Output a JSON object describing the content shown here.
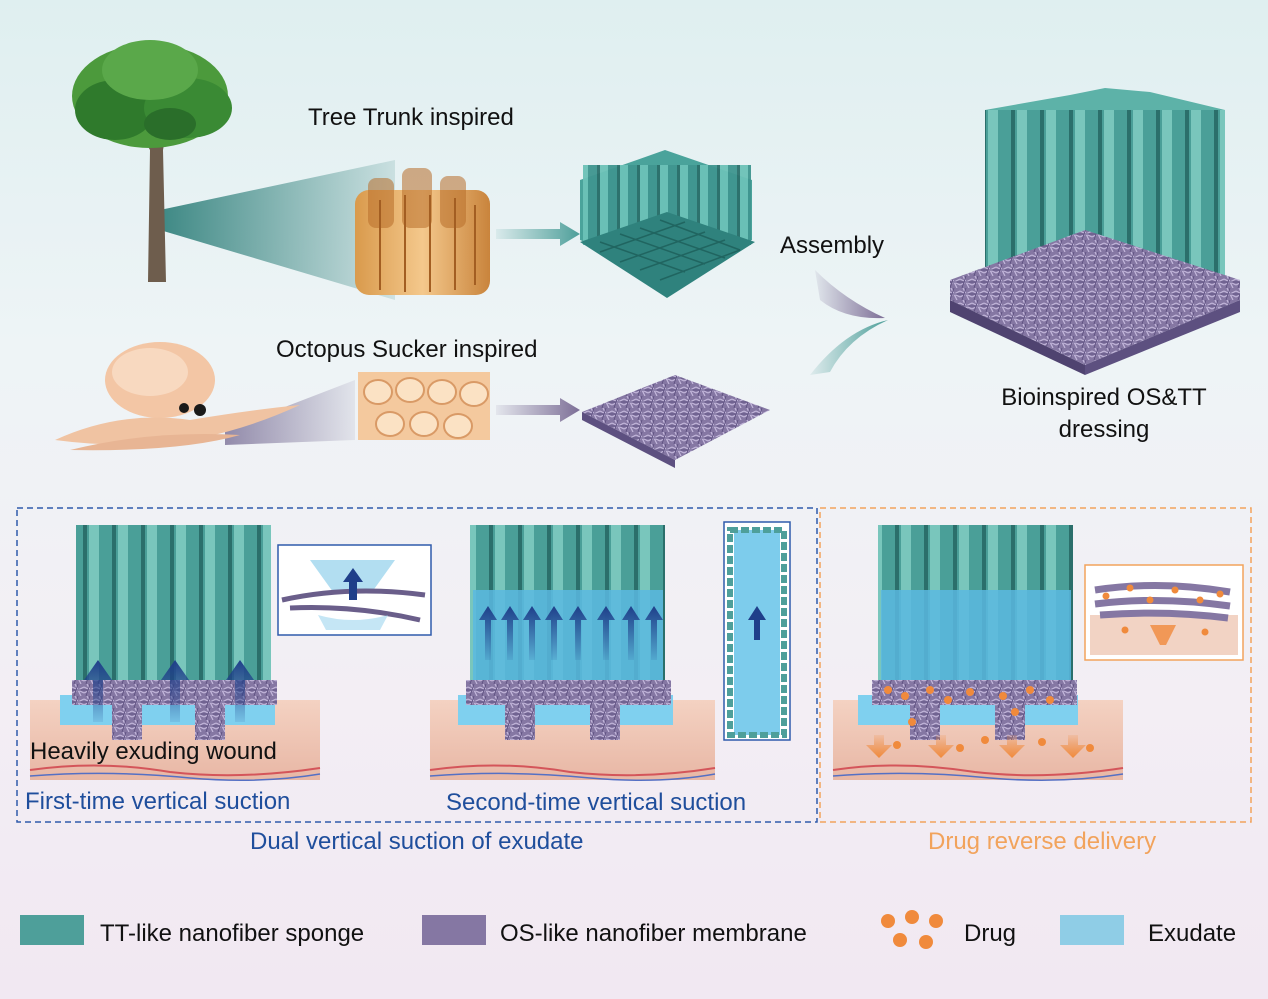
{
  "top": {
    "tree_label": "Tree Trunk inspired",
    "octopus_label": "Octopus Sucker inspired",
    "assembly_label": "Assembly",
    "result_label_line1": "Bioinspired OS&TT",
    "result_label_line2": "dressing"
  },
  "panels": {
    "first_caption": "First-time vertical suction",
    "second_caption": "Second-time vertical suction",
    "wound_label": "Heavily exuding wound",
    "dual_caption": "Dual vertical suction of exudate",
    "drug_caption": "Drug reverse delivery"
  },
  "legend": {
    "items": [
      {
        "label": "TT-like nanofiber sponge",
        "icon": "tt-sponge-swatch"
      },
      {
        "label": "OS-like nanofiber membrane",
        "icon": "os-membrane-swatch"
      },
      {
        "label": "Drug",
        "icon": "drug-dots"
      },
      {
        "label": "Exudate",
        "icon": "exudate-swatch"
      }
    ]
  },
  "colors": {
    "sponge": "#4e9f9a",
    "membrane": "#7d6f97",
    "exudate": "#5cb8e0",
    "drug": "#f08a3c",
    "blue_text": "#1f4e9c",
    "orange_text": "#f2a35c",
    "skin": "#f1c9b8"
  }
}
